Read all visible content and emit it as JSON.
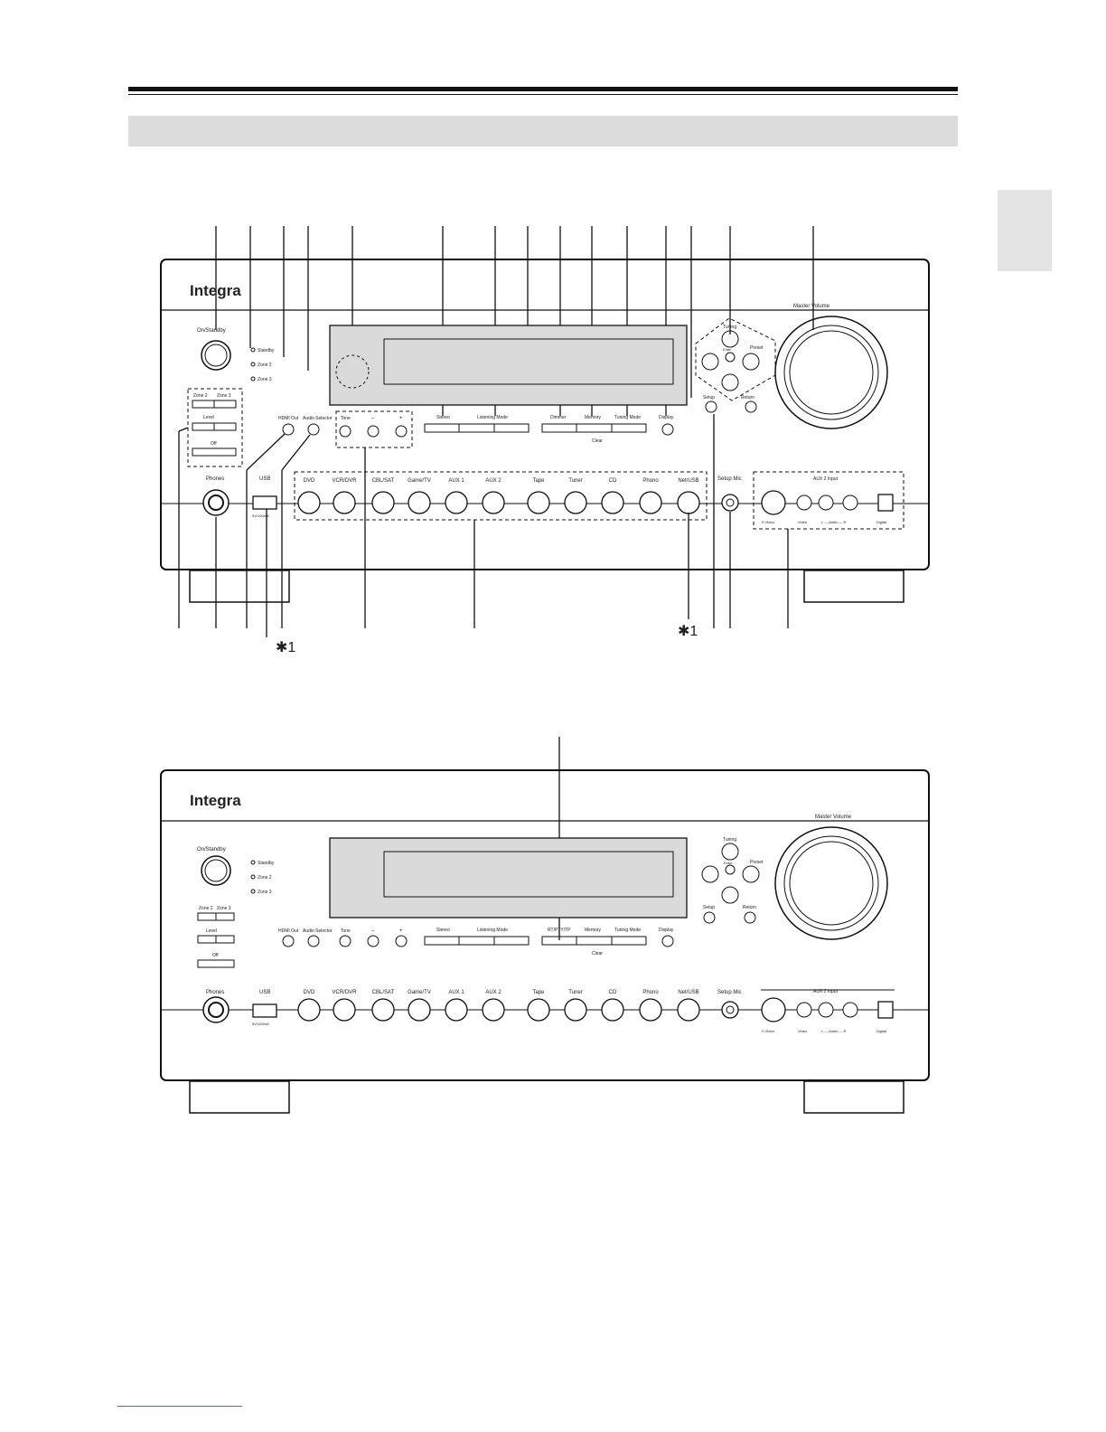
{
  "brand": "Integra",
  "master_volume_label": "Master Volume",
  "power_label": "On/Standby",
  "indicators": [
    "Standby",
    "Zone 2",
    "Zone 3"
  ],
  "zone_buttons": [
    "Zone 2",
    "Zone 3"
  ],
  "level_label": "Level",
  "off_label": "Off",
  "hdmi_out": "HDMI Out",
  "audio_selector": "Audio Selector",
  "tone_label": "Tone",
  "minus_label": "–",
  "plus_label": "+",
  "listening_mode_buttons": [
    "Stereo",
    "Listening Mode"
  ],
  "dimmer_label": "Dimmer",
  "rt_pty_tp_label": "RT/PTY/TP",
  "memory_label": "Memory",
  "tuning_mode_label": "Tuning Mode",
  "clear_label": "Clear",
  "display_label": "Display",
  "tuning_label": "Tuning",
  "presets_label": "Preset",
  "enter_label": "Enter",
  "setup_label": "Setup",
  "return_label": "Return",
  "phones_label": "Phones",
  "usb_label": "USB",
  "usb_rating": "5V/100mA",
  "input_selectors": [
    "DVD",
    "VCR/DVR",
    "CBL/SAT",
    "Game/TV",
    "AUX 1",
    "AUX 2",
    "Tape",
    "Tuner",
    "CD",
    "Phono",
    "Net/USB"
  ],
  "setup_mic_label": "Setup Mic",
  "aux2_input_label": "AUX 2 Input",
  "aux2_jacks": [
    "S Video",
    "Video",
    "L — Audio — R",
    "Digital"
  ],
  "footnote_marker": "✱1"
}
